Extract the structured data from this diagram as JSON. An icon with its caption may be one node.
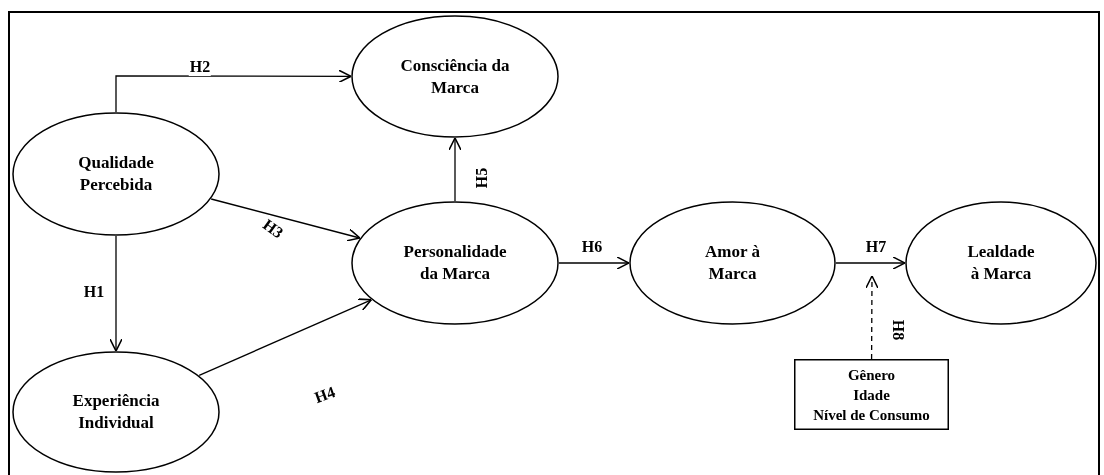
{
  "diagram": {
    "nodes": [
      {
        "text": [
          "Qualidade Percebida"
        ]
      },
      {
        "text": [
          "Consciência da Marca"
        ]
      },
      {
        "text": [
          "Personalidade da Marca"
        ]
      },
      {
        "text": [
          "Experiência Individual"
        ]
      },
      {
        "text": [
          "Amor à Marca"
        ]
      },
      {
        "text": [
          "Lealdade à Marca"
        ]
      },
      {
        "text": [
          "Gênero",
          "Idade",
          "Nível de Consumo"
        ]
      }
    ],
    "edges": [
      {
        "from": 0,
        "to": 1,
        "arrow": "to",
        "label": "H2"
      },
      {
        "from": 0,
        "to": 3,
        "arrow": "to",
        "label": "H1"
      },
      {
        "from": 0,
        "to": 2,
        "arrow": "to",
        "label": "H3"
      },
      {
        "from": 3,
        "to": 2,
        "arrow": "to",
        "label": "H4"
      },
      {
        "from": 2,
        "to": 1,
        "arrow": "to",
        "label": "H5"
      },
      {
        "from": 2,
        "to": 4,
        "arrow": "to",
        "label": "H6"
      },
      {
        "from": 4,
        "to": 5,
        "arrow": "to",
        "label": "H7"
      },
      {
        "from": 6,
        "to": null,
        "arrow": "to",
        "label": "H8",
        "style": "dashed"
      }
    ]
  }
}
